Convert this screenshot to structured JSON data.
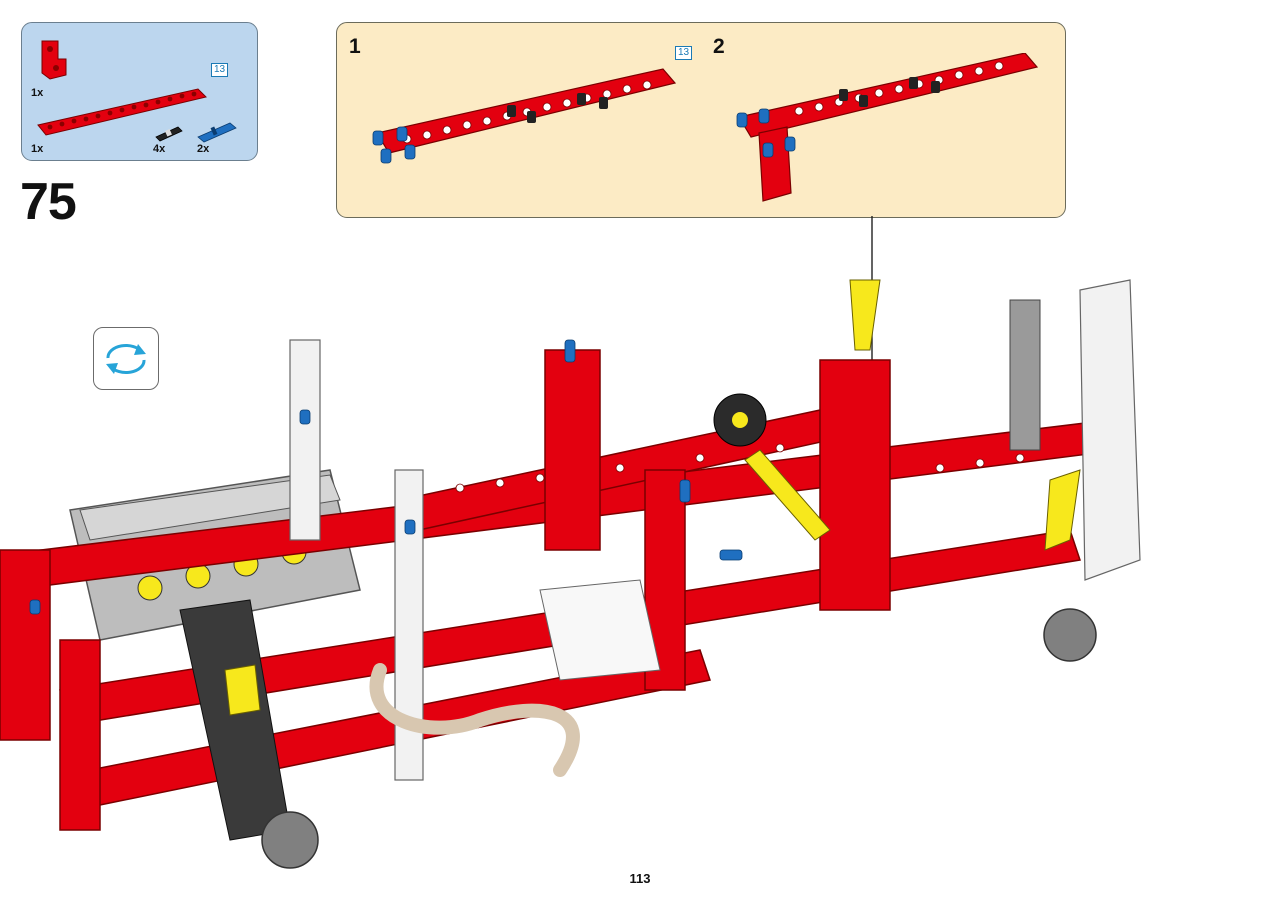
{
  "parts_list": {
    "items": [
      {
        "qty": "1x",
        "part": "red-angled-connector"
      },
      {
        "qty": "1x",
        "part": "red-beam"
      },
      {
        "qty": "4x",
        "part": "black-friction-pin"
      },
      {
        "qty": "2x",
        "part": "blue-long-pin"
      }
    ],
    "beam_length_tag": "13"
  },
  "step": {
    "number": "75"
  },
  "substeps": [
    {
      "number": "1",
      "beam_length_tag": "13"
    },
    {
      "number": "2"
    }
  ],
  "rotate_icon": "rotate-model-icon",
  "page": {
    "number": "113"
  },
  "colors": {
    "parts_bg": "#bcd6ee",
    "substep_bg": "#fcebc5",
    "brick_red": "#e3000f",
    "pin_blue": "#1f6fc0",
    "rotate_blue": "#27a4d8"
  }
}
